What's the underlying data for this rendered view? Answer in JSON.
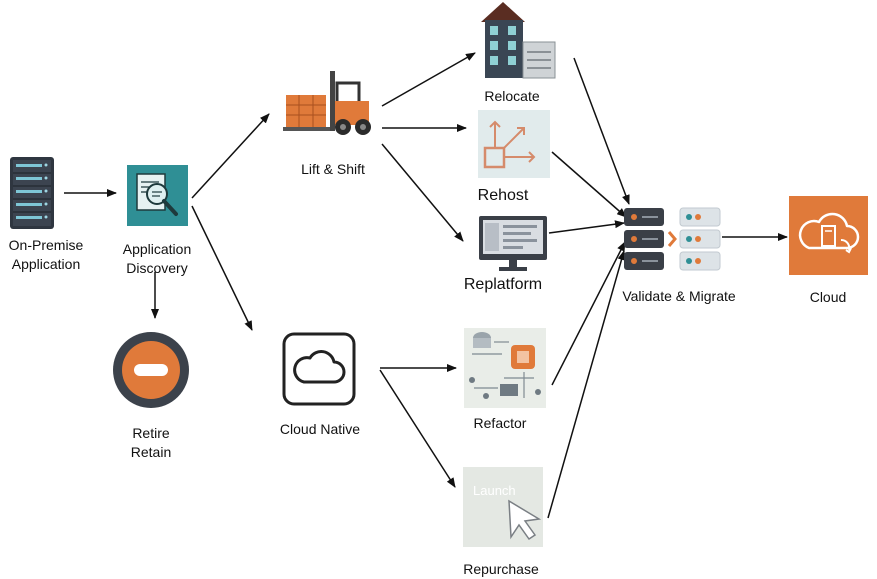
{
  "nodes": {
    "on_premise": {
      "line1": "On-Premise",
      "line2": "Application"
    },
    "discovery": {
      "line1": "Application",
      "line2": "Discovery"
    },
    "retire": {
      "line1": "Retire",
      "line2": "Retain"
    },
    "lift_shift": {
      "label": "Lift & Shift"
    },
    "cloud_native": {
      "label": "Cloud Native"
    },
    "relocate": {
      "label": "Relocate"
    },
    "rehost": {
      "label": "Rehost"
    },
    "replatform": {
      "label": "Replatform"
    },
    "refactor": {
      "label": "Refactor"
    },
    "repurchase": {
      "label": "Repurchase",
      "screen_text": "Launch"
    },
    "validate": {
      "label": "Validate & Migrate"
    },
    "cloud": {
      "label": "Cloud"
    }
  },
  "colors": {
    "orange": "#e07a3a",
    "teal": "#2f8f95",
    "dark": "#333a44",
    "gray_panel": "#e7ece9"
  },
  "icons": {
    "on_premise": "server-rack-icon",
    "discovery": "document-search-icon",
    "retire": "stop-sign-icon",
    "lift_shift": "forklift-icon",
    "cloud_native": "cloud-outline-icon",
    "relocate": "building-icon",
    "rehost": "arrows-box-icon",
    "replatform": "monitor-icon",
    "refactor": "circuit-board-icon",
    "repurchase": "cursor-launch-icon",
    "validate": "server-stacks-icon",
    "cloud": "cloud-server-icon"
  }
}
